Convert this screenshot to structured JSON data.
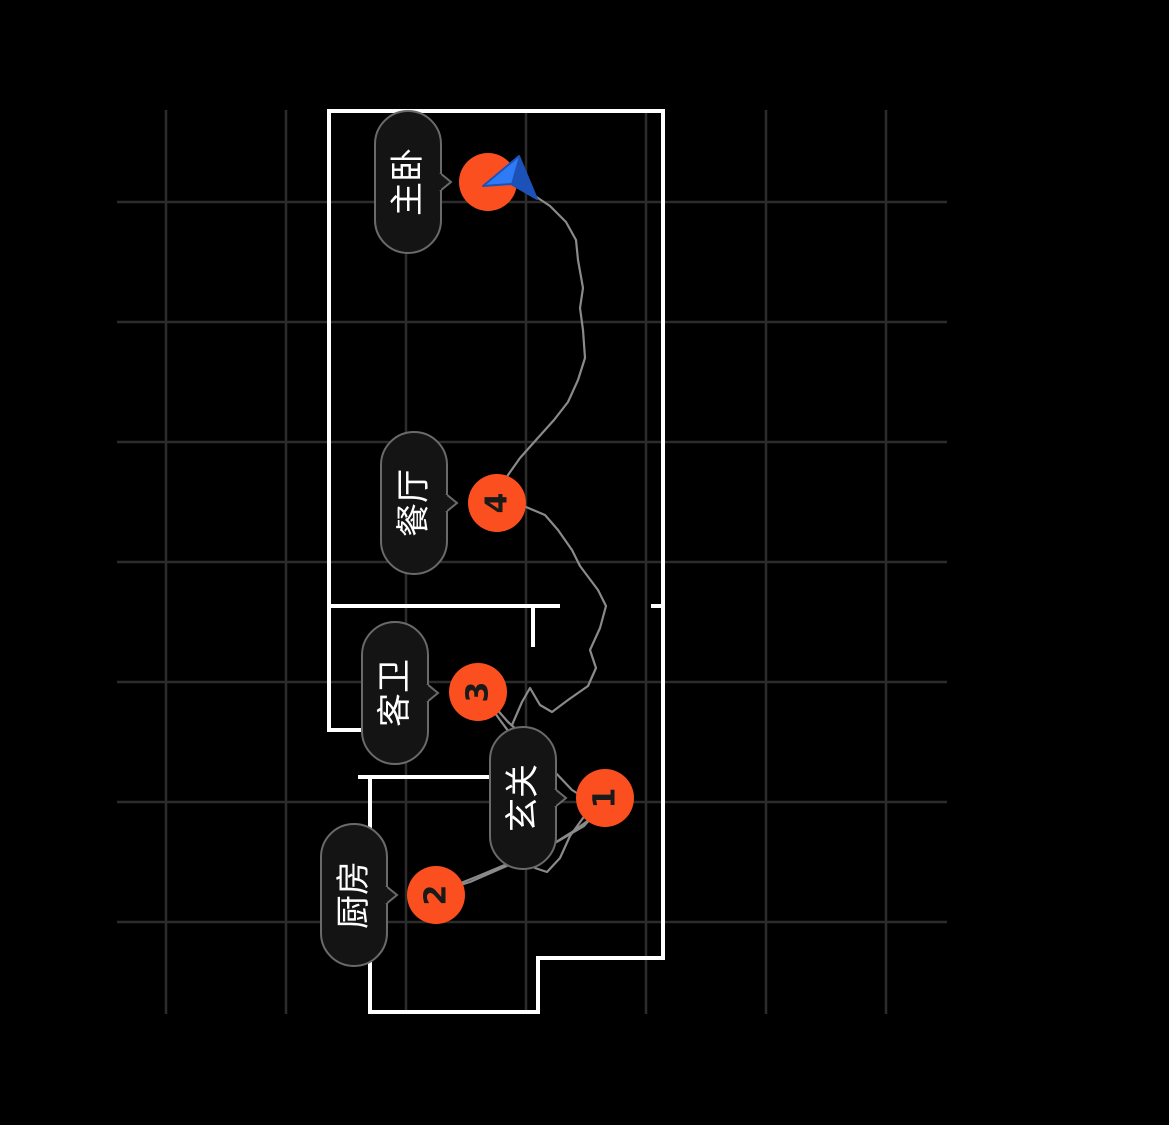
{
  "theme": {
    "background": "#000000",
    "grid": "#2c2c2c",
    "walls": "#ffffff",
    "path": "#8a8a8a",
    "marker_fill": "#fc4f1f",
    "marker_text": "#1a1a1a",
    "label_fill": "#141414",
    "label_border": "#6a6a6a",
    "label_text": "#ffffff",
    "robot_color": "#2f7bf5"
  },
  "rooms": [
    {
      "id": "master-bedroom",
      "label": "主卧",
      "marker": ""
    },
    {
      "id": "dining-room",
      "label": "餐厅",
      "marker": "4"
    },
    {
      "id": "guest-bathroom",
      "label": "客卫",
      "marker": "3"
    },
    {
      "id": "entrance",
      "label": "玄关",
      "marker": "1"
    },
    {
      "id": "kitchen",
      "label": "厨房",
      "marker": "2"
    }
  ],
  "robot": {
    "icon": "navigation-arrow-icon",
    "location": "主卧"
  },
  "path": {
    "visit_order": [
      "1",
      "2",
      "3",
      "4",
      "主卧"
    ]
  }
}
